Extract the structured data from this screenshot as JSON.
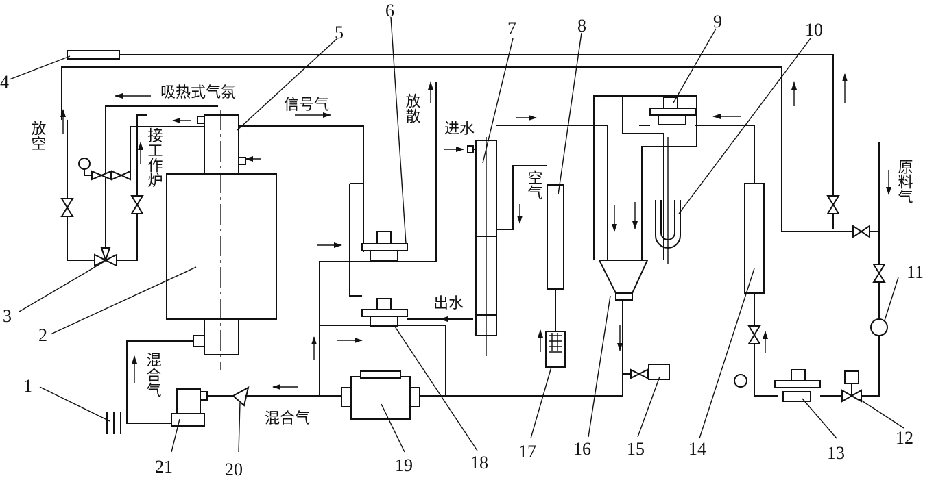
{
  "callout_numbers": [
    "1",
    "2",
    "3",
    "4",
    "5",
    "6",
    "7",
    "8",
    "9",
    "10",
    "11",
    "12",
    "13",
    "14",
    "15",
    "16",
    "17",
    "18",
    "19",
    "20",
    "21"
  ],
  "text_labels": {
    "endothermic_atmosphere": "吸热式气氛",
    "signal_gas": "信号气",
    "vent_top": "放空",
    "release": "放散",
    "to_furnace": "接工作炉",
    "water_in": "进水",
    "air": "空气",
    "water_out": "出水",
    "mixed_gas_left": "混合气",
    "mixed_gas_bottom": "混合气",
    "raw_gas": "原料气"
  },
  "colors": {
    "line": "#111111",
    "background": "#ffffff"
  }
}
